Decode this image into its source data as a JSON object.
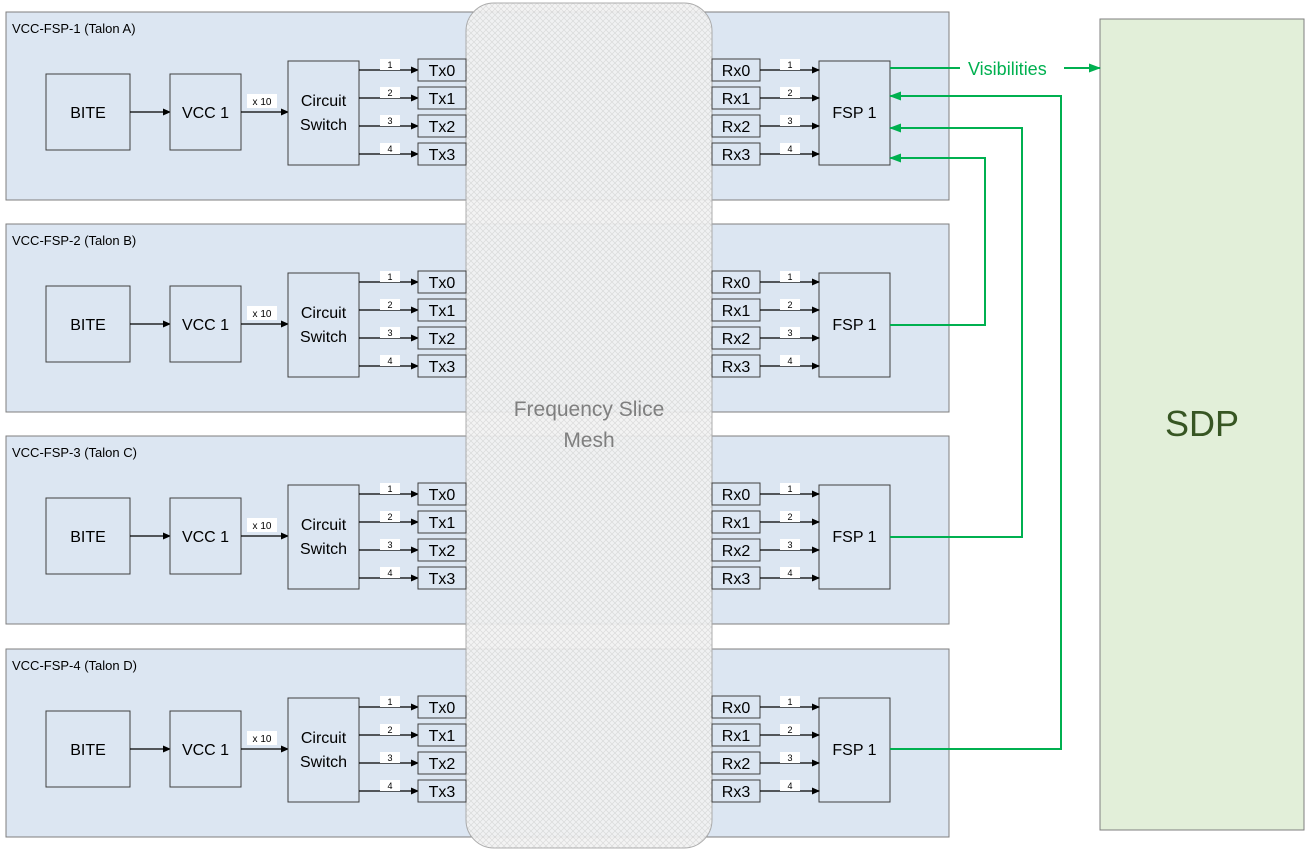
{
  "groups": [
    {
      "title": "VCC-FSP-1 (Talon A)",
      "bite": "BITE",
      "vcc": "VCC 1",
      "mult": "x 10",
      "switch_line1": "Circuit",
      "switch_line2": "Switch",
      "fsp": "FSP 1"
    },
    {
      "title": "VCC-FSP-2 (Talon B)",
      "bite": "BITE",
      "vcc": "VCC 1",
      "mult": "x 10",
      "switch_line1": "Circuit",
      "switch_line2": "Switch",
      "fsp": "FSP 1"
    },
    {
      "title": "VCC-FSP-3 (Talon C)",
      "bite": "BITE",
      "vcc": "VCC 1",
      "mult": "x 10",
      "switch_line1": "Circuit",
      "switch_line2": "Switch",
      "fsp": "FSP 1"
    },
    {
      "title": "VCC-FSP-4 (Talon D)",
      "bite": "BITE",
      "vcc": "VCC 1",
      "mult": "x 10",
      "switch_line1": "Circuit",
      "switch_line2": "Switch",
      "fsp": "FSP 1"
    }
  ],
  "tx_ports": [
    "Tx0",
    "Tx1",
    "Tx2",
    "Tx3"
  ],
  "rx_ports": [
    "Rx0",
    "Rx1",
    "Rx2",
    "Rx3"
  ],
  "link_numbers": [
    "1",
    "2",
    "3",
    "4"
  ],
  "mesh": {
    "line1": "Frequency Slice",
    "line2": "Mesh"
  },
  "visibilities_label": "Visibilities",
  "sdp_label": "SDP",
  "colors": {
    "group_fill": "#dce6f2",
    "group_stroke": "#7f7f7f",
    "box_fill": "#dce6f2",
    "sdp_fill": "#e2efd9",
    "sdp_text": "#375623",
    "green": "#00b050",
    "mesh_text": "#7f7f7f"
  }
}
